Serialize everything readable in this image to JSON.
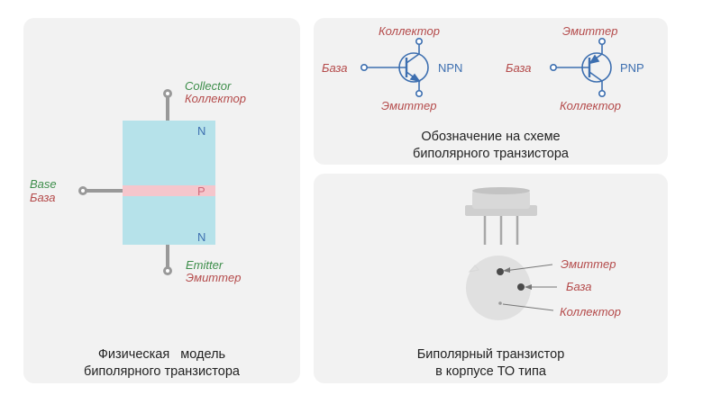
{
  "physical_model": {
    "collector_en": "Collector",
    "collector_ru": "Коллектор",
    "base_en": "Base",
    "base_ru": "База",
    "emitter_en": "Emitter",
    "emitter_ru": "Эмиттер",
    "layer_top": "N",
    "layer_middle": "P",
    "layer_bottom": "N",
    "caption_line1": "Физическая   модель",
    "caption_line2": "биполярного транзистора"
  },
  "schematic": {
    "npn": {
      "collector": "Коллектор",
      "base": "База",
      "emitter": "Эмиттер",
      "type": "NPN"
    },
    "pnp": {
      "emitter": "Эмиттер",
      "base": "База",
      "collector": "Коллектор",
      "type": "PNP"
    },
    "caption_line1": "Обозначение на схеме",
    "caption_line2": "биполярного транзистора"
  },
  "package": {
    "emitter": "Эмиттер",
    "base": "База",
    "collector": "Коллектор",
    "caption_line1": "Биполярный транзистор",
    "caption_line2": "в корпусе ТО типа"
  },
  "colors": {
    "panel_bg": "#f2f2f2",
    "english_label": "#3e8e4b",
    "russian_label": "#b44a4a",
    "symbol_blue": "#3d6fb0",
    "n_layer": "#b6e2ea",
    "p_layer": "#f5c6cc"
  }
}
